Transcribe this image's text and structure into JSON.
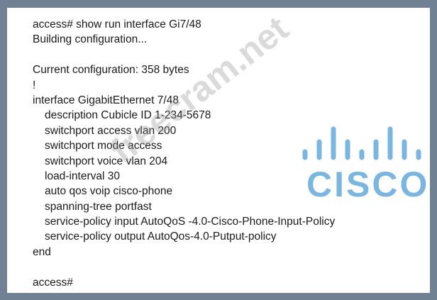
{
  "terminal": {
    "lines": [
      {
        "text": "access# show run interface Gi7/48",
        "indent": false
      },
      {
        "text": "Building configuration...",
        "indent": false
      },
      {
        "text": "",
        "indent": false
      },
      {
        "text": "Current configuration: 358 bytes",
        "indent": false
      },
      {
        "text": "!",
        "indent": false
      },
      {
        "text": "interface GigabitEthernet 7/48",
        "indent": false
      },
      {
        "text": "description Cubicle ID 1-234-5678",
        "indent": true
      },
      {
        "text": "switchport access vlan 200",
        "indent": true
      },
      {
        "text": "switchport mode access",
        "indent": true
      },
      {
        "text": "switchport voice vlan 204",
        "indent": true
      },
      {
        "text": "load-interval 30",
        "indent": true
      },
      {
        "text": "auto qos voip cisco-phone",
        "indent": true
      },
      {
        "text": "spanning-tree portfast",
        "indent": true
      },
      {
        "text": "service-policy input AutoQoS -4.0-Cisco-Phone-Input-Policy",
        "indent": true
      },
      {
        "text": "service-policy output AutoQos-4.0-Putput-policy",
        "indent": true
      },
      {
        "text": "end",
        "indent": false
      },
      {
        "text": "",
        "indent": false
      },
      {
        "text": "access#",
        "indent": false
      }
    ]
  },
  "watermark": "freecram.net",
  "logo": {
    "text": "CISCO",
    "color": "#7ab6e0"
  }
}
